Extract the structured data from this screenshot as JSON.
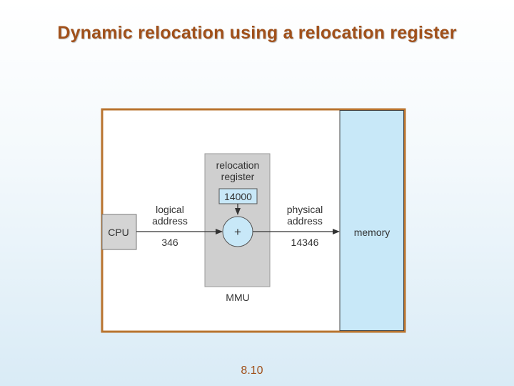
{
  "title": "Dynamic relocation using a relocation register",
  "diagram": {
    "relocation_register_label_line1": "relocation",
    "relocation_register_label_line2": "register",
    "relocation_register_value": "14000",
    "adder_symbol": "+",
    "cpu_label": "CPU",
    "logical_address_line1": "logical",
    "logical_address_line2": "address",
    "logical_address_value": "346",
    "physical_address_line1": "physical",
    "physical_address_line2": "address",
    "physical_address_value": "14346",
    "memory_label": "memory",
    "mmu_label": "MMU"
  },
  "footer": {
    "page_number": "8.10"
  },
  "colors": {
    "title": "#a0501a",
    "frame_border": "#b8732e",
    "mmu_fill": "#cfcfcf",
    "memory_fill": "#c8e8f8",
    "adder_fill": "#c8e8f8",
    "cpu_fill": "#d4d4d4"
  }
}
